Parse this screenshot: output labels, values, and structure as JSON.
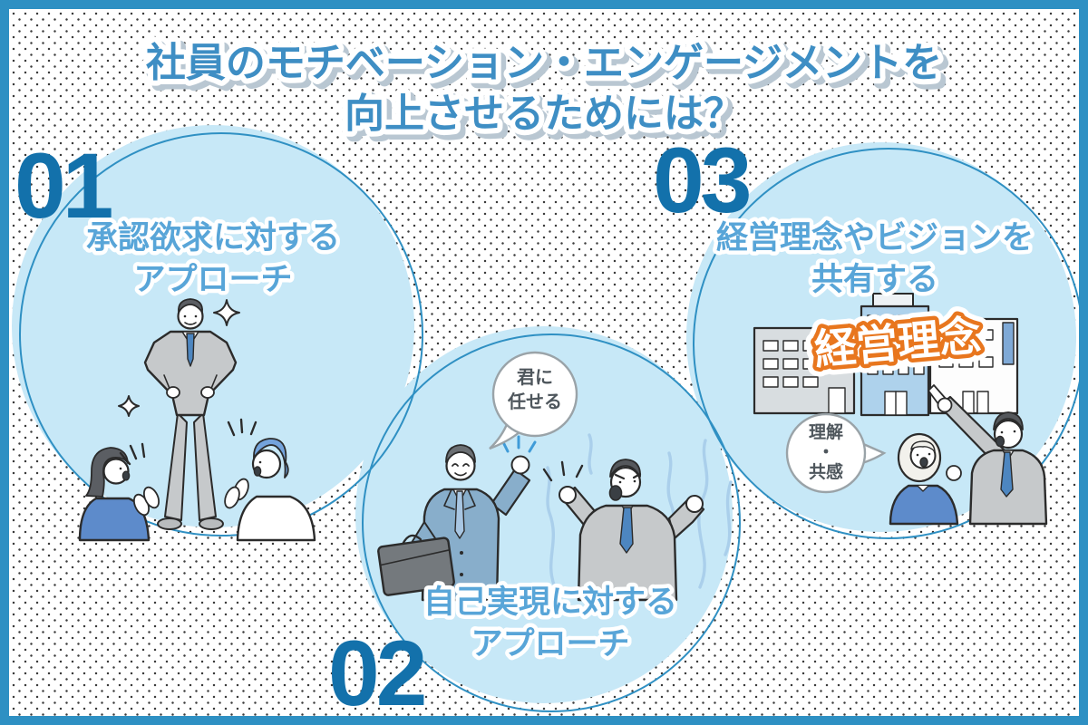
{
  "title": {
    "line1": "社員のモチベーション・エンゲージメントを",
    "line2": "向上させるためには？"
  },
  "sections": [
    {
      "number": "01",
      "heading_line1": "承認欲求に対する",
      "heading_line2": "アプローチ"
    },
    {
      "number": "02",
      "heading_line1": "自己実現に対する",
      "heading_line2": "アプローチ"
    },
    {
      "number": "03",
      "heading_line1": "経営理念やビジョンを",
      "heading_line2": "共有する"
    }
  ],
  "bubbles": {
    "delegate": {
      "line1": "君に",
      "line2": "任せる"
    },
    "empathy": {
      "line1": "理解",
      "line2": "・",
      "line3": "共感"
    }
  },
  "badge": {
    "label": "経営理念"
  },
  "colors": {
    "frame_blue": "#2e90c3",
    "circle_fill": "#c7e8f7",
    "circle_stroke": "#2f90c3",
    "title_blue": "#3e8ec4",
    "number_blue": "#1371ab",
    "heading_blue": "#58a5d8",
    "badge_orange": "#e8761e"
  }
}
